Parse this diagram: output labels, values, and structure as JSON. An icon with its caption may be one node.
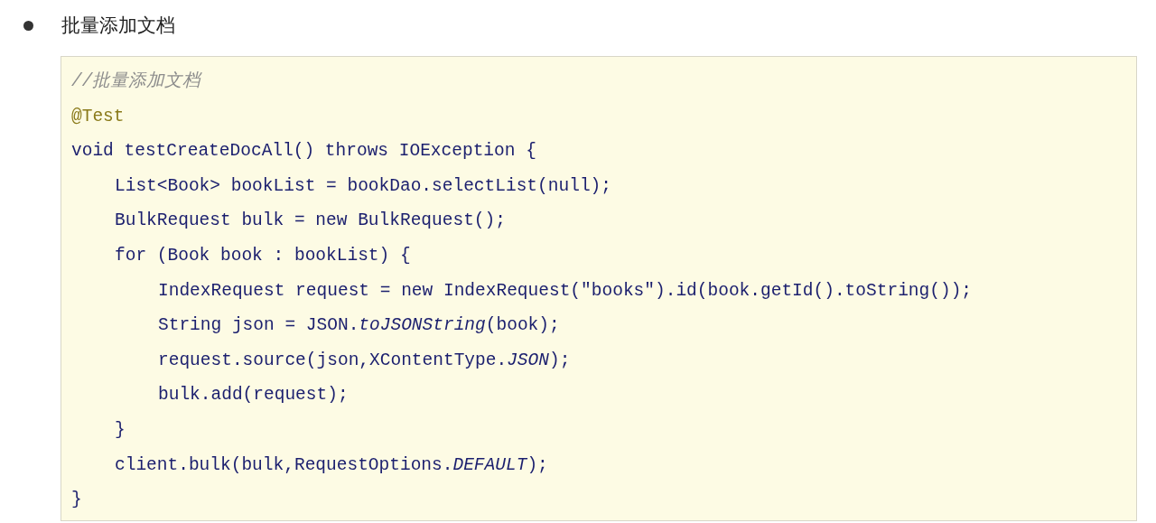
{
  "diagram": {
    "title": "批量添加文档",
    "labels": [
      "//批量添加文档",
      "@Test",
      "void testCreateDocAll() throws IOException {",
      "List<Book> bookList = bookDao.selectList(null);",
      "BulkRequest bulk = new BulkRequest();",
      "for (Book book : bookList) {",
      "IndexRequest request = new IndexRequest(\"books\").id(book.getId().toString());",
      "String json = JSON.*toJSONString*(book);",
      "request.source(json,XContentType.*JSON*);",
      "bulk.add(request);",
      "}",
      "client.bulk(bulk,RequestOptions.*DEFAULT*);",
      "}"
    ]
  }
}
